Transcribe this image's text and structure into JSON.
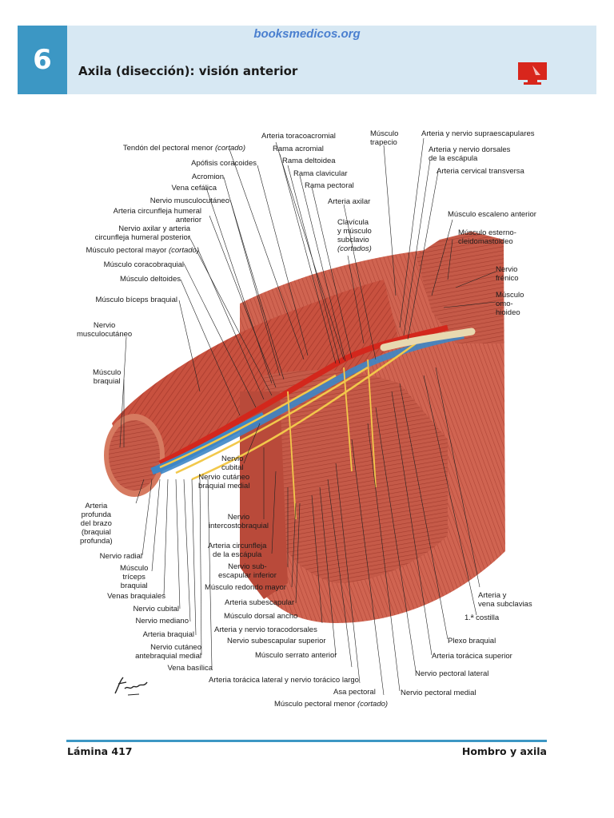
{
  "header": {
    "chapter_number": "6",
    "watermark": "booksmedicos.org",
    "title": "Axila (disección): visión anterior",
    "icon": "monitor-icon",
    "accent_color": "#3c97c4",
    "band_color": "#d7e8f3"
  },
  "figure": {
    "labels": {
      "tendon_pectoral_menor": "Tendón del pectoral menor",
      "tendon_pectoral_menor_note": "(cortado)",
      "apofisis_coracoides": "Apófisis coracoides",
      "acromion": "Acromion",
      "vena_cefalica": "Vena cefálica",
      "nervio_musculocutaneo_top": "Nervio musculocutáneo",
      "arteria_circunfleja_anterior": "Arteria circunfleja humeral\nanterior",
      "nervio_axilar": "Nervio axilar y arteria\ncircunfleja humeral posterior",
      "pectoral_mayor": "Músculo pectoral mayor",
      "pectoral_mayor_note": "(cortado)",
      "coracobraquial": "Músculo coracobraquial",
      "deltoides": "Músculo deltoides",
      "biceps": "Músculo bíceps braquial",
      "nervio_musculocutaneo_left": "Nervio\nmusculocutáneo",
      "braquial": "Músculo\nbraquial",
      "arteria_profunda": "Arteria\nprofunda\ndel brazo\n(braquial\nprofunda)",
      "nervio_radial": "Nervio radial",
      "triceps": "Músculo\ntríceps\nbraquial",
      "venas_braquiales": "Venas braquiales",
      "nervio_cubital_left": "Nervio cubital",
      "nervio_mediano": "Nervio mediano",
      "arteria_braquial": "Arteria braquial",
      "nervio_cutaneo_antebraquial": "Nervio cutáneo\nantebraquial medial",
      "vena_basilica": "Vena basílica",
      "arteria_toracoacromial": "Arteria toracoacromial",
      "rama_acromial": "Rama acromial",
      "rama_deltoidea": "Rama deltoidea",
      "rama_clavicular": "Rama clavicular",
      "rama_pectoral": "Rama pectoral",
      "arteria_axilar": "Arteria axilar",
      "clavicula": "Clavícula\ny músculo\nsubclavio",
      "clavicula_note": "(cortados)",
      "trapecio": "Músculo\ntrapecio",
      "supraescapulares": "Arteria y nervio supraescapulares",
      "dorsales_escapula": "Arteria y nervio dorsales\nde la escápula",
      "cervical_transversa": "Arteria cervical transversa",
      "escaleno_anterior": "Músculo escaleno anterior",
      "esternocleidomastoideo": "Músculo esterno-\ncleidomastoideo",
      "nervio_frenico": "Nervio\nfrénico",
      "omohioideo": "Músculo\nomo-\nhioideo",
      "nervio_cubital_mid": "Nervio\ncubital",
      "nervio_cutaneo_braquial": "Nervio cutáneo\nbraquial medial",
      "intercostobraquial": "Nervio\nintercostobraquial",
      "circunfleja_escapula": "Arteria circunfleja\nde la escápula",
      "subescapular_inferior": "Nervio sub-\nescapular inferior",
      "redondo_mayor": "Músculo redondo mayor",
      "arteria_subescapular": "Arteria subescapular",
      "dorsal_ancho": "Músculo dorsal ancho",
      "toracodorsales": "Arteria y nervio toracodorsales",
      "subescapular_superior": "Nervio subescapular superior",
      "serrato_anterior": "Músculo serrato anterior",
      "toracica_lateral": "Arteria torácica lateral y nervio torácico largo",
      "asa_pectoral": "Asa pectoral",
      "pectoral_menor": "Músculo pectoral menor",
      "pectoral_menor_note": "(cortado)",
      "vena_subclavias": "Arteria y\nvena subclavias",
      "primera_costilla": "1.ª costilla",
      "plexo_braquial": "Plexo braquial",
      "toracica_superior": "Arteria torácica superior",
      "pectoral_lateral": "Nervio pectoral lateral",
      "pectoral_medial": "Nervio pectoral medial"
    }
  },
  "footer": {
    "left": "Lámina 417",
    "right": "Hombro y axila"
  }
}
